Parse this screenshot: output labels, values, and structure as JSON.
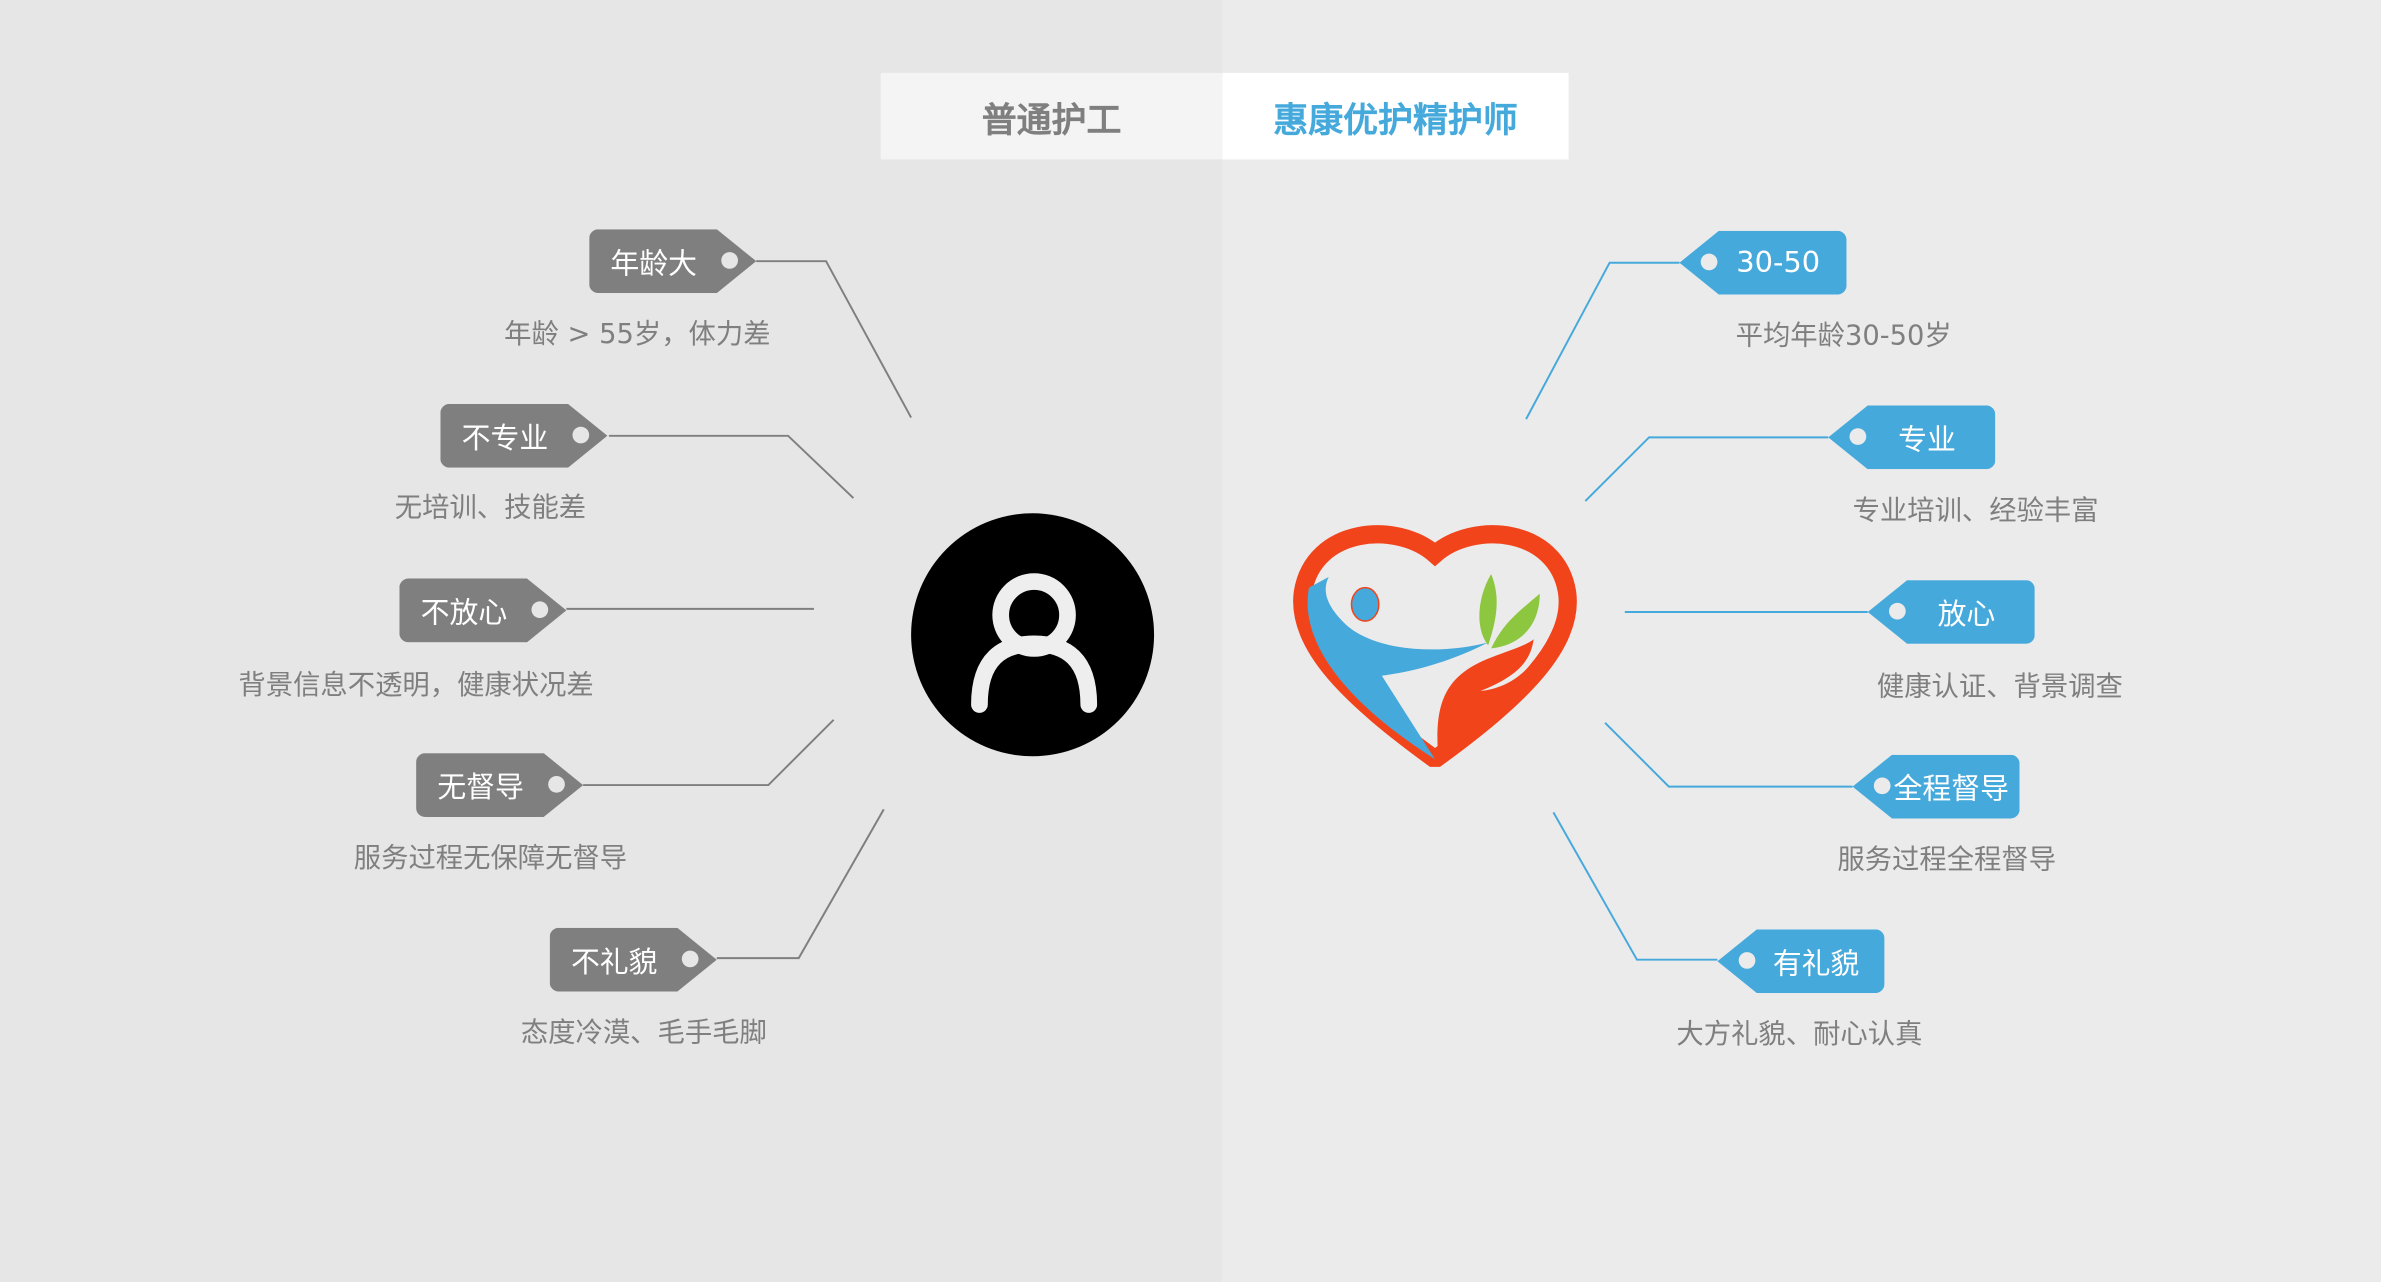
{
  "header": {
    "ordinary_label": "普通护工",
    "premium_label": "惠康优护精护师"
  },
  "left": {
    "icon": "person-icon",
    "items": [
      {
        "tag": "年龄大",
        "desc": "年龄 > 55岁，体力差"
      },
      {
        "tag": "不专业",
        "desc": "无培训、技能差"
      },
      {
        "tag": "不放心",
        "desc": "背景信息不透明，健康状况差"
      },
      {
        "tag": "无督导",
        "desc": "服务过程无保障无督导"
      },
      {
        "tag": "不礼貌",
        "desc": "态度冷漠、毛手毛脚"
      }
    ]
  },
  "right": {
    "icon": "heart-care-logo-icon",
    "items": [
      {
        "tag": "30-50",
        "desc": "平均年龄30-50岁"
      },
      {
        "tag": "专业",
        "desc": "专业培训、经验丰富"
      },
      {
        "tag": "放心",
        "desc": "健康认证、背景调查"
      },
      {
        "tag": "全程督导",
        "desc": "服务过程全程督导"
      },
      {
        "tag": "有礼貌",
        "desc": "大方礼貌、耐心认真"
      }
    ]
  },
  "colors": {
    "gray": "#7f7f7f",
    "blue": "#46a9dc",
    "red": "#f2441b",
    "green": "#8dc63f"
  }
}
